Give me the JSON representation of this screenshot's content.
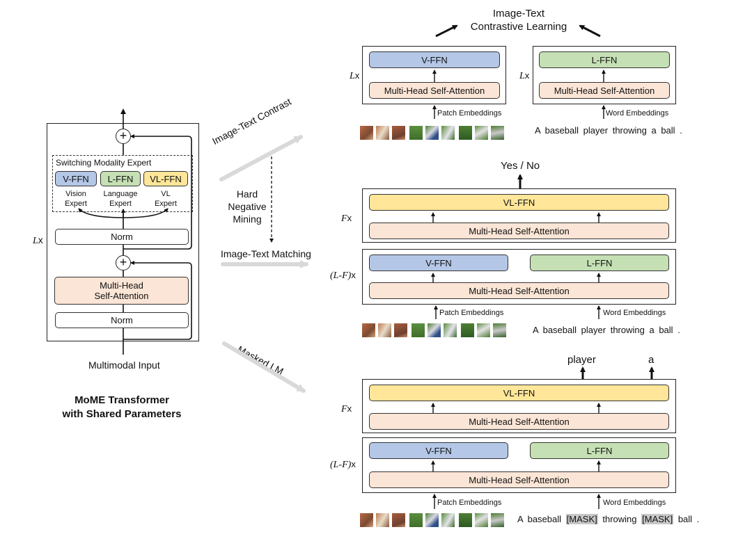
{
  "left": {
    "expert_group_title": "Switching Modality Expert",
    "v_ffn": "V-FFN",
    "l_ffn": "L-FFN",
    "vl_ffn": "VL-FFN",
    "vision_expert": "Vision\nExpert",
    "language_expert": "Language\nExpert",
    "vl_expert": "VL\nExpert",
    "norm_top": "Norm",
    "attention": "Multi-Head\nSelf-Attention",
    "norm_bottom": "Norm",
    "plus_symbol": "+",
    "layers_prefix": "L",
    "layers_suffix": "x",
    "input_label": "Multimodal Input",
    "title": "MoME Transformer\nwith Shared Parameters"
  },
  "middle": {
    "contrast_task": "Image-Text Contrast",
    "hard_negative": "Hard\nNegative\nMining",
    "matching_task": "Image-Text Matching",
    "mlm_task": "Masked LM"
  },
  "contrast": {
    "objective": "Image-Text\nContrastive Learning",
    "image_encoder": {
      "layers_prefix": "L",
      "layers_suffix": "x",
      "ffn": "V-FFN",
      "attention": "Multi-Head Self-Attention",
      "embeddings": "Patch Embeddings"
    },
    "text_encoder": {
      "layers_prefix": "L",
      "layers_suffix": "x",
      "ffn": "L-FFN",
      "attention": "Multi-Head Self-Attention",
      "embeddings": "Word Embeddings"
    },
    "caption": [
      "A",
      "baseball",
      "player",
      "throwing",
      "a",
      "ball",
      "."
    ]
  },
  "matching": {
    "output": "Yes / No",
    "fusion": {
      "layers_prefix": "F",
      "layers_suffix": "x",
      "ffn": "VL-FFN",
      "attention": "Multi-Head Self-Attention"
    },
    "lower": {
      "layers_prefix": "(L-F)",
      "layers_suffix": "x",
      "v_ffn": "V-FFN",
      "l_ffn": "L-FFN",
      "attention": "Multi-Head Self-Attention"
    },
    "patch_embeddings": "Patch Embeddings",
    "word_embeddings": "Word Embeddings",
    "caption": [
      "A",
      "baseball",
      "player",
      "throwing",
      "a",
      "ball",
      "."
    ]
  },
  "mlm": {
    "outputs": [
      "player",
      "a"
    ],
    "fusion": {
      "layers_prefix": "F",
      "layers_suffix": "x",
      "ffn": "VL-FFN",
      "attention": "Multi-Head Self-Attention"
    },
    "lower": {
      "layers_prefix": "(L-F)",
      "layers_suffix": "x",
      "v_ffn": "V-FFN",
      "l_ffn": "L-FFN",
      "attention": "Multi-Head Self-Attention"
    },
    "patch_embeddings": "Patch Embeddings",
    "word_embeddings": "Word Embeddings",
    "caption": [
      "A",
      "baseball",
      "[MASK]",
      "throwing",
      "[MASK]",
      "ball",
      "."
    ]
  },
  "colors": {
    "v_ffn": "#b4c7e7",
    "l_ffn": "#c5e0b4",
    "vl_ffn": "#ffe699",
    "attention": "#fbe5d6",
    "mask_highlight": "#c8c8c8",
    "task_arrow": "#d9d9d9"
  }
}
